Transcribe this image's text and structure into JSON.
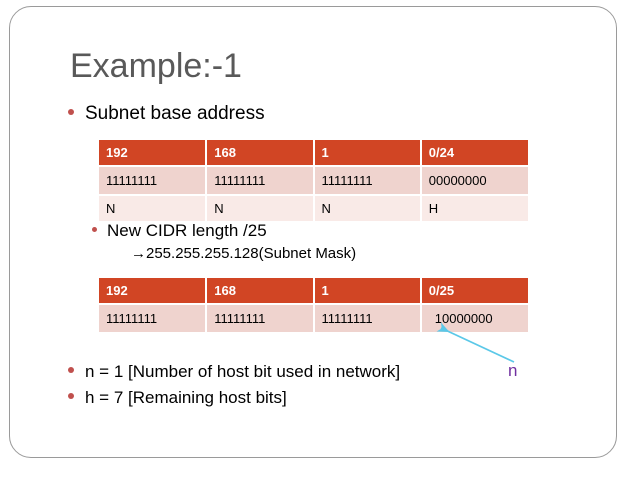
{
  "slide": {
    "title": "Example:-1",
    "bullets": {
      "subnet_base": "Subnet base address",
      "cidr_length": "New CIDR length /25",
      "subnet_mask_line": "→255.255.255.128(Subnet Mask)",
      "n_line": "n = 1 [Number of host bit used in network]",
      "h_line": "h = 7 [Remaining host bits]"
    },
    "annotation": {
      "label": "n",
      "label_color": "#7030A0",
      "arrow_color": "#5BC8E8",
      "arrow_icon": "arrow-up-left-icon"
    },
    "colors": {
      "header_orange": "#D14524",
      "row_pink_dark": "#EFD3CE",
      "row_pink_light": "#F9EAE7",
      "bullet_orange": "#C0504D",
      "title_gray": "#595959",
      "frame_gray": "#9A9A9A"
    },
    "tables": [
      {
        "name": "subnet-base-address-table",
        "header": [
          "192",
          "168",
          "1",
          "0/24"
        ],
        "rows": [
          [
            "11111111",
            "11111111",
            "11111111",
            "00000000"
          ],
          [
            "N",
            "N",
            "N",
            "H"
          ]
        ]
      },
      {
        "name": "new-cidr-table",
        "header": [
          "192",
          "168",
          "1",
          "0/25"
        ],
        "rows": [
          [
            "11111111",
            "11111111",
            "11111111",
            "10000000"
          ]
        ]
      }
    ]
  }
}
